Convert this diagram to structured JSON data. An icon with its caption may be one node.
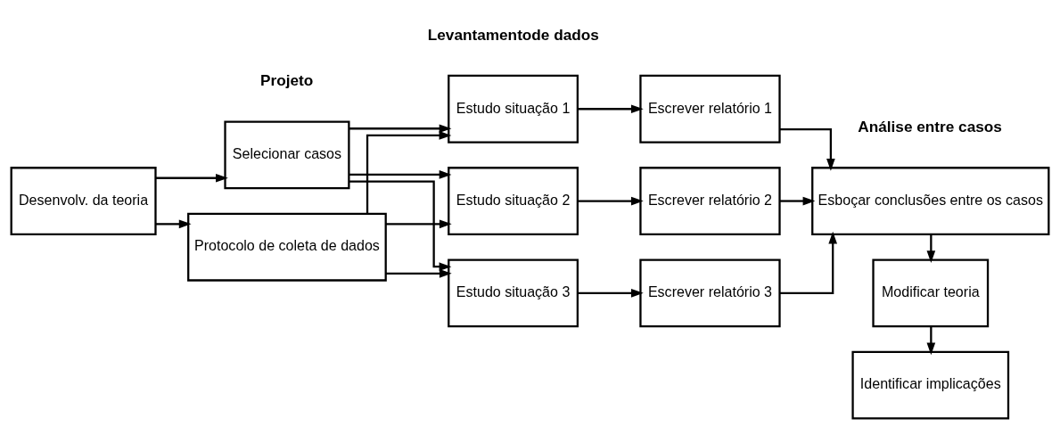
{
  "diagram": {
    "nodes": [
      {
        "text": [
          "Desenvolv. da teoria"
        ]
      },
      {
        "text": [
          "Selecionar casos"
        ]
      },
      {
        "text": [
          "Protocolo de coleta de dados"
        ]
      },
      {
        "text": [
          "Estudo situação 1"
        ]
      },
      {
        "text": [
          "Estudo situação 2"
        ]
      },
      {
        "text": [
          "Estudo situação 3"
        ]
      },
      {
        "text": [
          "Escrever relatório 1"
        ]
      },
      {
        "text": [
          "Escrever relatório 2"
        ]
      },
      {
        "text": [
          "Escrever relatório 3"
        ]
      },
      {
        "text": [
          "Esboçar conclusões entre os casos"
        ]
      },
      {
        "text": [
          "Modificar teoria"
        ]
      },
      {
        "text": [
          "Identificar implicações"
        ]
      }
    ],
    "edges": [
      {
        "from": 0,
        "to": 1,
        "arrow": "to"
      },
      {
        "from": 0,
        "to": 2,
        "arrow": "to"
      },
      {
        "from": 1,
        "to": 3,
        "arrow": "to"
      },
      {
        "from": 1,
        "to": 4,
        "arrow": "to"
      },
      {
        "from": 1,
        "to": 5,
        "arrow": "to"
      },
      {
        "from": 2,
        "to": 3,
        "arrow": "to"
      },
      {
        "from": 2,
        "to": 4,
        "arrow": "to"
      },
      {
        "from": 2,
        "to": 5,
        "arrow": "to"
      },
      {
        "from": 3,
        "to": 6,
        "arrow": "to"
      },
      {
        "from": 4,
        "to": 7,
        "arrow": "to"
      },
      {
        "from": 5,
        "to": 8,
        "arrow": "to"
      },
      {
        "from": 6,
        "to": 9,
        "arrow": "to"
      },
      {
        "from": 7,
        "to": 9,
        "arrow": "to"
      },
      {
        "from": 8,
        "to": 9,
        "arrow": "to"
      },
      {
        "from": 9,
        "to": 10,
        "arrow": "to"
      },
      {
        "from": 10,
        "to": 11,
        "arrow": "to"
      }
    ],
    "labels": [
      "Projeto",
      "Levantamentode dados",
      "Análise entre casos"
    ]
  }
}
